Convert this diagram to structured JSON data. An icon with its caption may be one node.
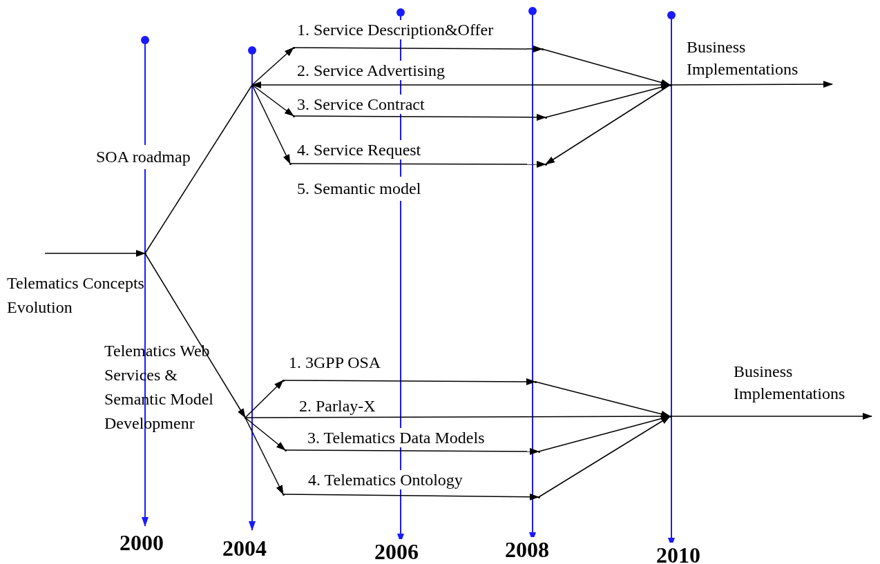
{
  "diagram": {
    "nodes": [
      {
        "text": [],
        "shape": "point"
      },
      {
        "text": [],
        "shape": "point"
      },
      {
        "text": [],
        "shape": "point"
      },
      {
        "text": [],
        "shape": "point"
      },
      {
        "text": [],
        "shape": "point"
      },
      {
        "text": [],
        "shape": "point"
      },
      {
        "text": [],
        "shape": "point"
      },
      {
        "text": [],
        "shape": "point"
      },
      {
        "text": [],
        "shape": "point"
      },
      {
        "text": [],
        "shape": "point"
      },
      {
        "text": [],
        "shape": "point"
      },
      {
        "text": [],
        "shape": "point"
      },
      {
        "text": [],
        "shape": "point"
      },
      {
        "text": [],
        "shape": "point"
      },
      {
        "text": [],
        "shape": "point"
      },
      {
        "text": [],
        "shape": "point"
      },
      {
        "text": [],
        "shape": "point"
      }
    ],
    "edges": [
      {
        "from": null,
        "to": 0,
        "arrow": "to"
      },
      {
        "from": 0,
        "to": 1,
        "arrow": "none"
      },
      {
        "from": 1,
        "to": 2,
        "arrow": "to"
      },
      {
        "from": 2,
        "to": 3,
        "arrow": "to",
        "label": "1. Service Description&Offer"
      },
      {
        "from": 3,
        "to": 8,
        "arrow": "to"
      },
      {
        "from": 1,
        "to": 8,
        "arrow": "both",
        "label": "2. Service Advertising"
      },
      {
        "from": 1,
        "to": 4,
        "arrow": "to"
      },
      {
        "from": 4,
        "to": 5,
        "arrow": "to",
        "label": "3. Service Contract"
      },
      {
        "from": 5,
        "to": 8,
        "arrow": "to"
      },
      {
        "from": 1,
        "to": 6,
        "arrow": "to"
      },
      {
        "from": 6,
        "to": 7,
        "arrow": "to",
        "label": "4. Service Request"
      },
      {
        "from": 8,
        "to": 7,
        "arrow": "to"
      },
      {
        "from": 8,
        "to": null,
        "arrow": "to"
      },
      {
        "from": 0,
        "to": 9,
        "arrow": "to"
      },
      {
        "from": 9,
        "to": 10,
        "arrow": "to"
      },
      {
        "from": 10,
        "to": 11,
        "arrow": "to",
        "label": "1. 3GPP OSA"
      },
      {
        "from": 11,
        "to": 16,
        "arrow": "to"
      },
      {
        "from": 9,
        "to": 16,
        "arrow": "to",
        "label": "2. Parlay-X"
      },
      {
        "from": 9,
        "to": 12,
        "arrow": "to"
      },
      {
        "from": 12,
        "to": 13,
        "arrow": "to",
        "label": "3. Telematics Data Models"
      },
      {
        "from": 13,
        "to": 16,
        "arrow": "to"
      },
      {
        "from": 9,
        "to": 14,
        "arrow": "to"
      },
      {
        "from": 14,
        "to": 15,
        "arrow": "to",
        "label": "4. Telematics Ontology"
      },
      {
        "from": 15,
        "to": 16,
        "arrow": "to"
      },
      {
        "from": 16,
        "to": null,
        "arrow": "to"
      }
    ],
    "labels": [
      "SOA roadmap",
      "5. Semantic model",
      "Business Implementations",
      "Telematics Concepts Evolution",
      "Telematics Web Services & Semantic Model Developmenr",
      "Business Implementations",
      "2000",
      "2004",
      "2006",
      "2008",
      "2010"
    ]
  }
}
